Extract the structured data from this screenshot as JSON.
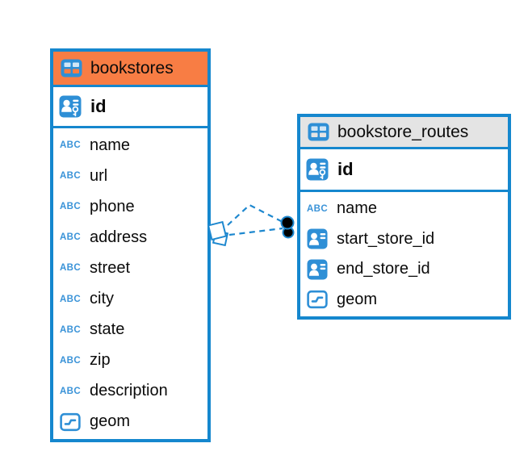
{
  "diagram": {
    "background": "#ffffff",
    "colors": {
      "accent_blue": "#1587CE",
      "icon_blue": "#2E8FD6",
      "bookstores_header": "#F87D44",
      "routes_header": "#E4E4E4",
      "relation_line": "#1E88CF",
      "relation_dot_fill": "#000000"
    },
    "icons": {
      "text_type": "ABC"
    },
    "tables": [
      {
        "name": "bookstores",
        "primary_key": {
          "name": "id",
          "type": "primary-key"
        },
        "fields": [
          {
            "name": "name",
            "type": "text"
          },
          {
            "name": "url",
            "type": "text"
          },
          {
            "name": "phone",
            "type": "text"
          },
          {
            "name": "address",
            "type": "text"
          },
          {
            "name": "street",
            "type": "text"
          },
          {
            "name": "city",
            "type": "text"
          },
          {
            "name": "state",
            "type": "text"
          },
          {
            "name": "zip",
            "type": "text"
          },
          {
            "name": "description",
            "type": "text"
          },
          {
            "name": "geom",
            "type": "geometry"
          }
        ]
      },
      {
        "name": "bookstore_routes",
        "primary_key": {
          "name": "id",
          "type": "primary-key"
        },
        "fields": [
          {
            "name": "name",
            "type": "text"
          },
          {
            "name": "start_store_id",
            "type": "reference"
          },
          {
            "name": "end_store_id",
            "type": "reference"
          },
          {
            "name": "geom",
            "type": "geometry"
          }
        ]
      }
    ],
    "relations": [
      {
        "from": "bookstores",
        "to": "bookstore_routes",
        "line_style": "dashed"
      },
      {
        "from": "bookstores",
        "to": "bookstore_routes",
        "line_style": "dashed"
      }
    ]
  }
}
